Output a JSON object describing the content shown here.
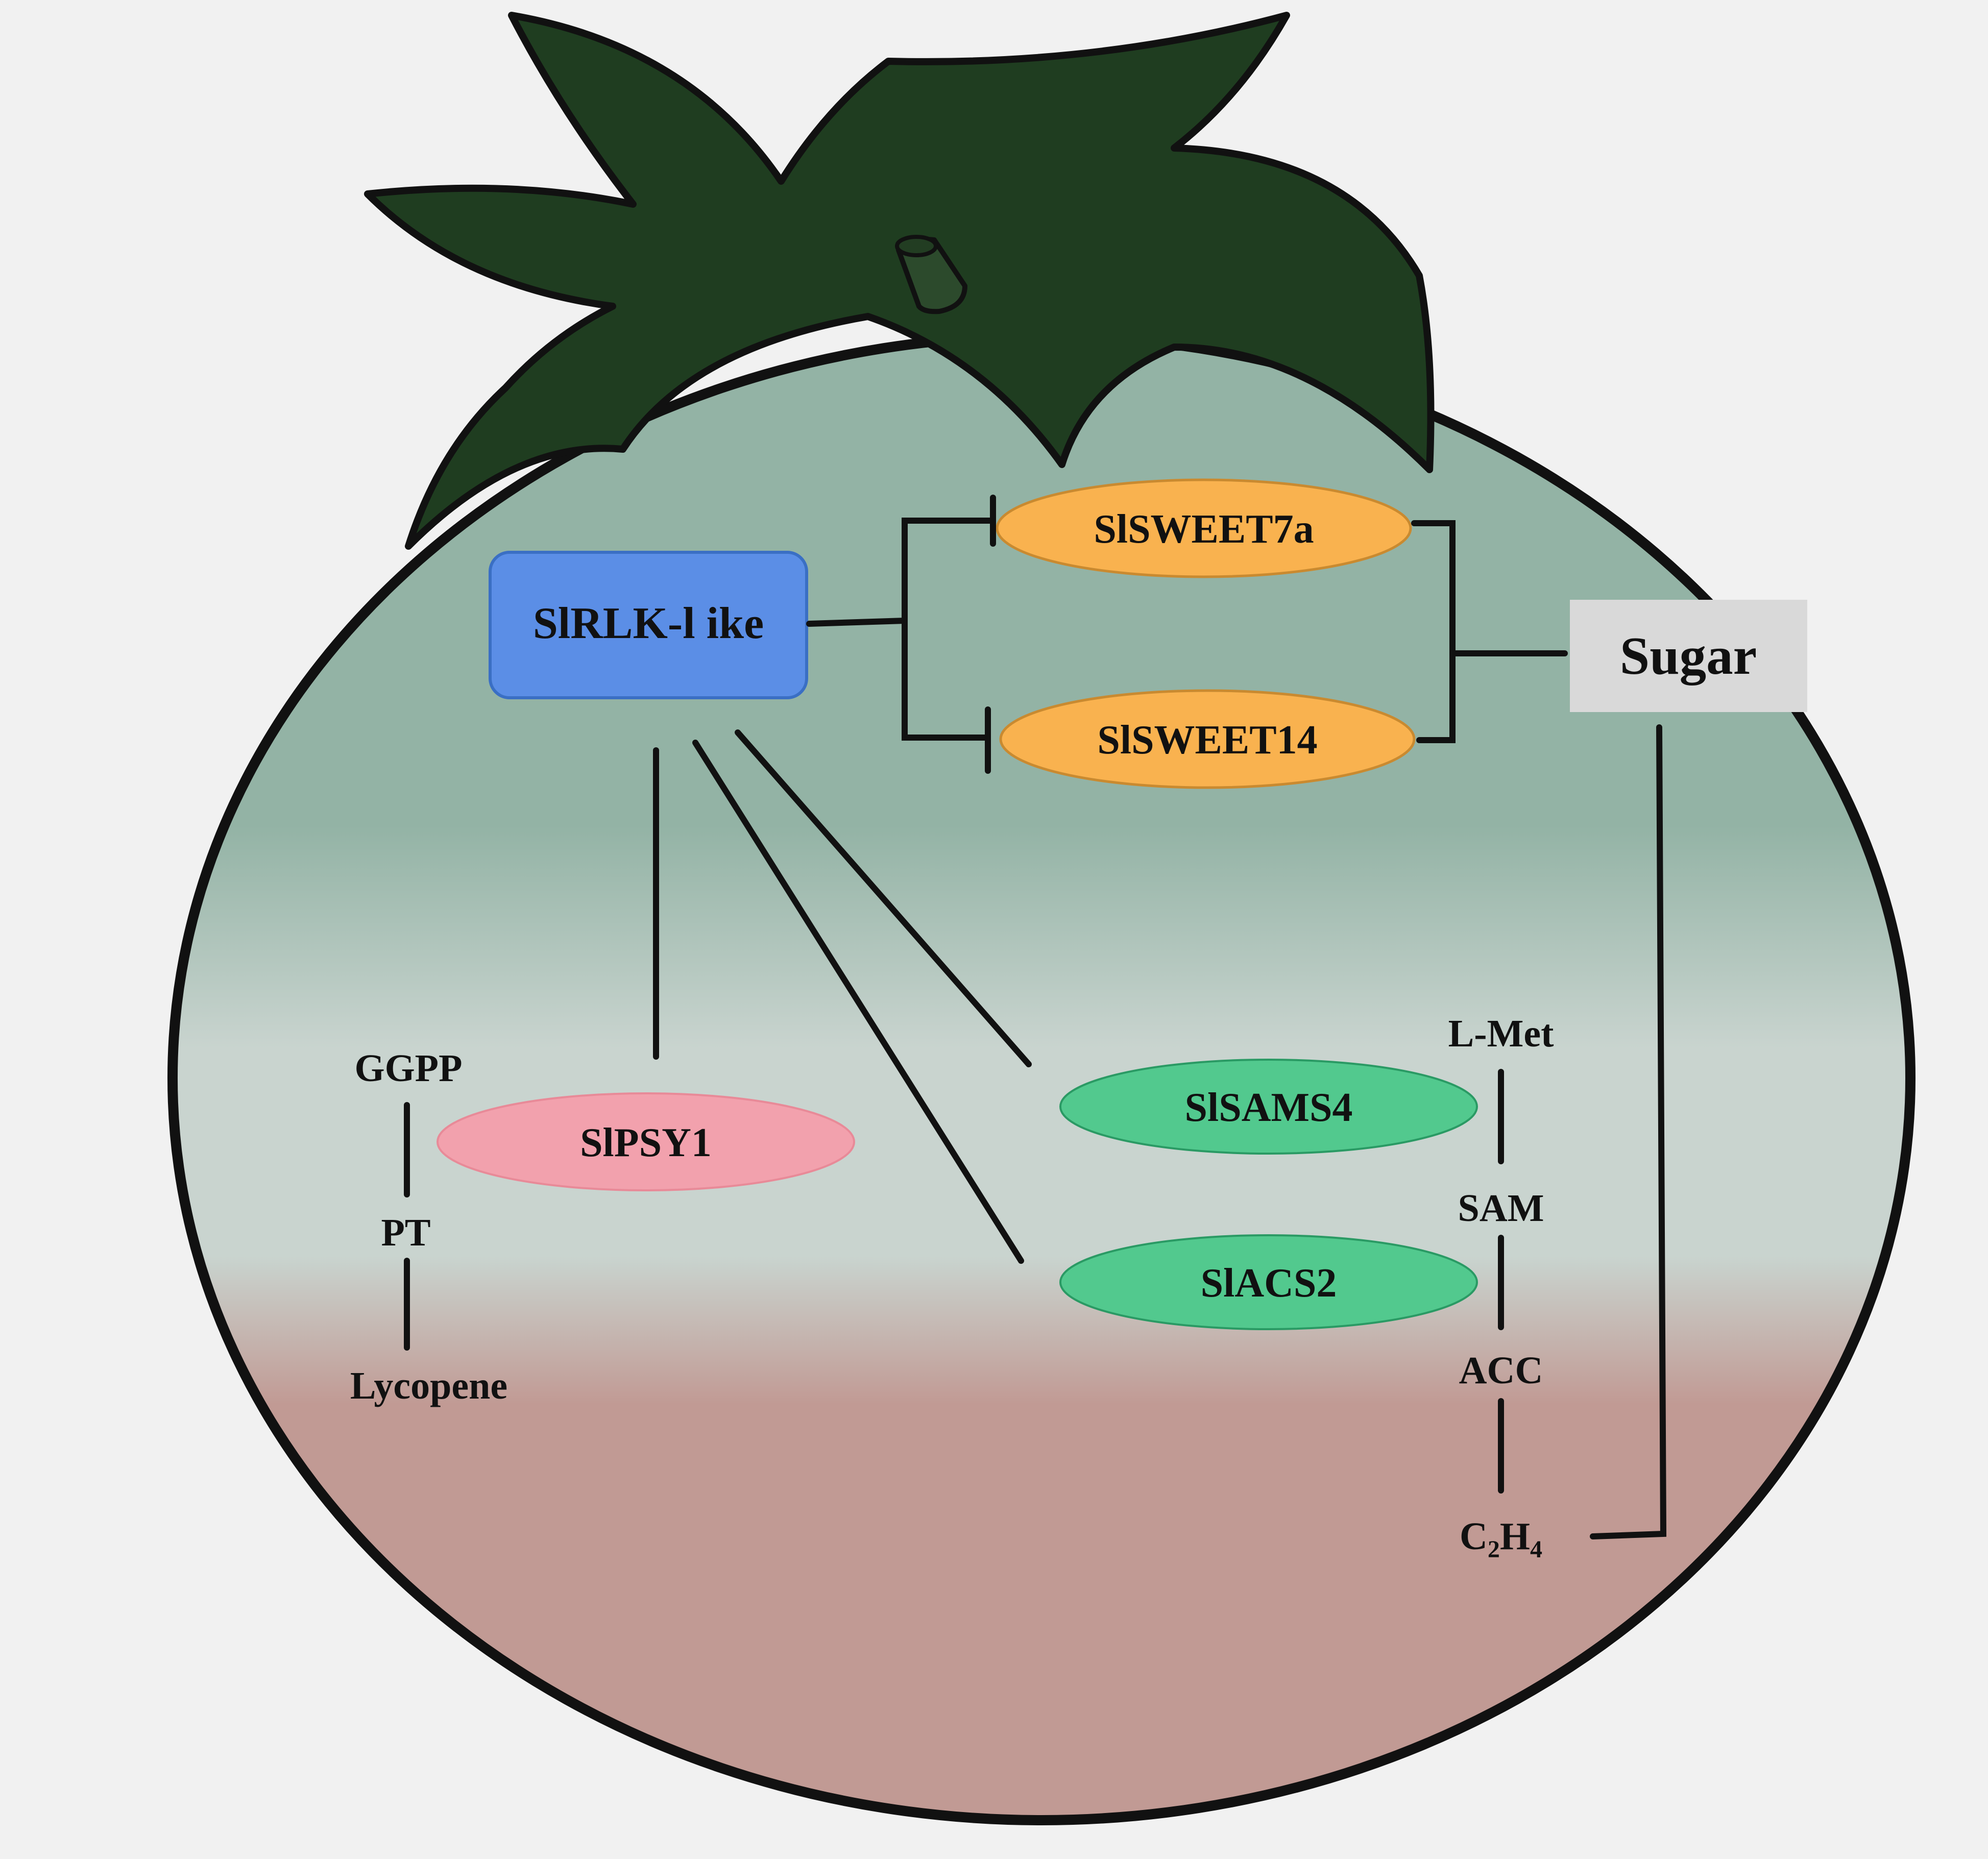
{
  "colors": {
    "background": "#f1f1f1",
    "fruit_top": "#93b3a5",
    "fruit_middle": "#c9d4cf",
    "fruit_bottom": "#c19a94",
    "calyx": "#1f3d20",
    "regulator_box": "#5b8ee6",
    "sweet_ellipse": "#f9b24f",
    "sugar_box": "#d9d9d9",
    "psy_ellipse": "#f2a1ad",
    "ethylene_ellipse": "#52c98e",
    "line": "#111111"
  },
  "nodes": {
    "regulator": "SlRLK-l ike",
    "sweet7a": "SlSWEET7a",
    "sweet14": "SlSWEET14",
    "sugar": "Sugar",
    "psy1": "SlPSY1",
    "sams4": "SlSAMS4",
    "acs2": "SlACS2"
  },
  "carotenoid_pathway": {
    "ggpp": "GGPP",
    "pt": "PT",
    "lycopene": "Lycopene"
  },
  "ethylene_pathway": {
    "lmet": "L-Met",
    "sam": "SAM",
    "acc": "ACC",
    "c2h4_c": "C",
    "c2h4_sub1": "2",
    "c2h4_h": "H",
    "c2h4_sub2": "4"
  }
}
